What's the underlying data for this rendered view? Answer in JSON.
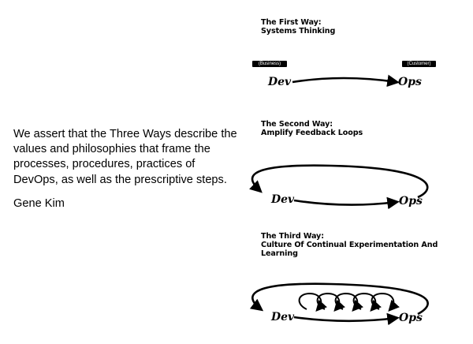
{
  "quote": {
    "text": "We assert that the Three Ways describe the values and philosophies that frame the processes, procedures, practices of DevOps, as well as the prescriptive steps.",
    "author": "Gene Kim"
  },
  "ways": [
    {
      "title_line1": "The First Way:",
      "title_line2": "Systems Thinking",
      "left_tag": "(Business)",
      "right_tag": "(Customer)",
      "from_label": "Dev",
      "to_label": "Ops"
    },
    {
      "title_line1": "The Second Way:",
      "title_line2": "Amplify Feedback Loops",
      "from_label": "Dev",
      "to_label": "Ops"
    },
    {
      "title_line1": "The Third Way:",
      "title_line2": "Culture Of Continual Experimentation And",
      "title_line3": "Learning",
      "from_label": "Dev",
      "to_label": "Ops"
    }
  ]
}
